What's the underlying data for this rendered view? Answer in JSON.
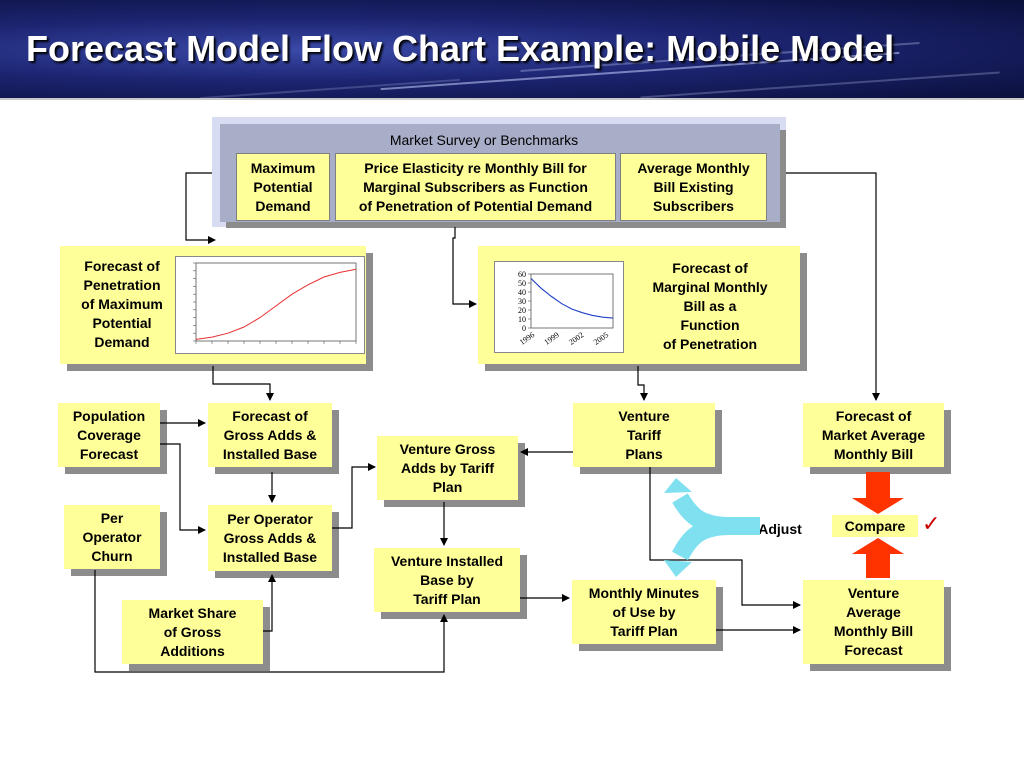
{
  "slide": {
    "title": "Forecast Model Flow Chart Example: Mobile Model"
  },
  "survey": {
    "label": "Market Survey or Benchmarks",
    "max_demand": "Maximum\nPotential\nDemand",
    "elasticity": "Price Elasticity  re Monthly Bill for\nMarginal Subscribers as Function\nof Penetration of Potential Demand",
    "avg_bill_existing": "Average Monthly\nBill Existing\nSubscribers"
  },
  "penetration": {
    "label": "Forecast of\nPenetration\nof Maximum\nPotential\nDemand"
  },
  "marginal_bill": {
    "label": "Forecast of\nMarginal Monthly\nBill as a\nFunction\nof Penetration"
  },
  "boxes": {
    "pop_coverage": "Population\nCoverage\nForecast",
    "gross_adds": "Forecast of\nGross Adds &\nInstalled Base",
    "churn": "Per\nOperator\nChurn",
    "op_gross_adds": "Per Operator\nGross Adds &\nInstalled Base",
    "market_share": "Market Share\nof Gross\nAdditions",
    "venture_gross_adds": "Venture Gross\nAdds by Tariff\nPlan",
    "venture_installed": "Venture Installed\nBase by\nTariff Plan",
    "tariff_plans": "Venture\nTariff\nPlans",
    "minutes": "Monthly Minutes\nof Use by\nTariff Plan",
    "market_avg_bill": "Forecast of\nMarket Average\nMonthly Bill",
    "venture_avg_bill": "Venture\nAverage\nMonthly Bill\nForecast",
    "compare": "Compare",
    "adjust": "Adjust"
  },
  "colors": {
    "box": "#ffff99",
    "arrow_red": "#ff3300",
    "adjust_cyan": "#7fe0f0",
    "curve_red": "#e83030",
    "curve_blue": "#1f3fc8"
  },
  "chart_data": [
    {
      "type": "line",
      "series": [
        {
          "values": [
            2,
            5,
            10,
            18,
            30,
            45,
            60,
            72,
            82,
            88,
            92
          ]
        }
      ],
      "ylim": [
        0,
        100
      ]
    },
    {
      "type": "line",
      "x": [
        "1996",
        "1999",
        "2002",
        "2005"
      ],
      "series": [
        {
          "values": [
            55,
            44,
            35,
            27,
            21,
            17,
            14,
            12,
            11
          ]
        }
      ],
      "ylim": [
        0,
        60
      ],
      "yticks": [
        "0",
        "10",
        "20",
        "30",
        "40",
        "50",
        "60"
      ],
      "xticklabels": [
        "1996",
        "1999",
        "2002",
        "2005"
      ]
    }
  ]
}
